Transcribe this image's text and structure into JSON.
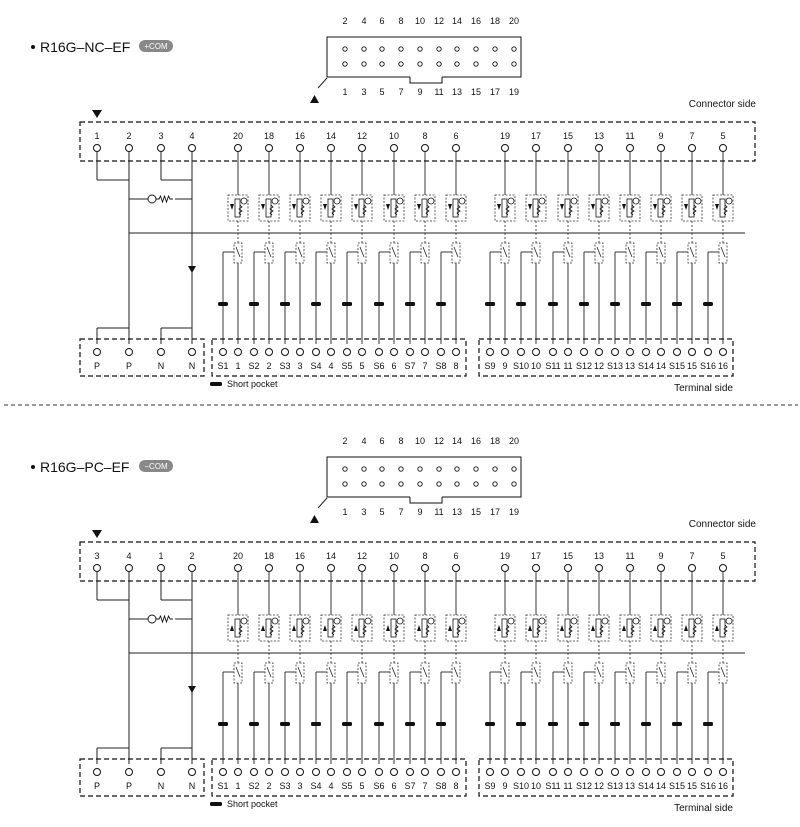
{
  "sections": [
    {
      "id": "nc",
      "title": "R16G–NC–EF",
      "com_badge": "+COM",
      "header_top_pins": [
        "2",
        "4",
        "6",
        "8",
        "10",
        "12",
        "14",
        "16",
        "18",
        "20"
      ],
      "header_bottom_pins": [
        "1",
        "3",
        "5",
        "7",
        "9",
        "11",
        "13",
        "15",
        "17",
        "19"
      ],
      "connector_side_label": "Connector side",
      "terminal_side_label": "Terminal side",
      "short_pocket_label": "Short pocket",
      "power_connector_pins": [
        "1",
        "2",
        "3",
        "4"
      ],
      "left_group_connector_pins": [
        "20",
        "18",
        "16",
        "14",
        "12",
        "10",
        "8",
        "6"
      ],
      "right_group_connector_pins": [
        "19",
        "17",
        "15",
        "13",
        "11",
        "9",
        "7",
        "5"
      ],
      "power_terminals": [
        "P",
        "P",
        "N",
        "N"
      ],
      "left_group_terminals": [
        "S1",
        "1",
        "S2",
        "2",
        "S3",
        "3",
        "S4",
        "4",
        "S5",
        "5",
        "S6",
        "6",
        "S7",
        "7",
        "S8",
        "8"
      ],
      "right_group_terminals": [
        "S9",
        "9",
        "S10",
        "10",
        "S11",
        "11",
        "S12",
        "12",
        "S13",
        "13",
        "S14",
        "14",
        "S15",
        "15",
        "S16",
        "16"
      ]
    },
    {
      "id": "pc",
      "title": "R16G–PC–EF",
      "com_badge": "−COM",
      "header_top_pins": [
        "2",
        "4",
        "6",
        "8",
        "10",
        "12",
        "14",
        "16",
        "18",
        "20"
      ],
      "header_bottom_pins": [
        "1",
        "3",
        "5",
        "7",
        "9",
        "11",
        "13",
        "15",
        "17",
        "19"
      ],
      "connector_side_label": "Connector side",
      "terminal_side_label": "Terminal side",
      "short_pocket_label": "Short pocket",
      "power_connector_pins": [
        "3",
        "4",
        "1",
        "2"
      ],
      "left_group_connector_pins": [
        "20",
        "18",
        "16",
        "14",
        "12",
        "10",
        "8",
        "6"
      ],
      "right_group_connector_pins": [
        "19",
        "17",
        "15",
        "13",
        "11",
        "9",
        "7",
        "5"
      ],
      "power_terminals": [
        "P",
        "P",
        "N",
        "N"
      ],
      "left_group_terminals": [
        "S1",
        "1",
        "S2",
        "2",
        "S3",
        "3",
        "S4",
        "4",
        "S5",
        "5",
        "S6",
        "6",
        "S7",
        "7",
        "S8",
        "8"
      ],
      "right_group_terminals": [
        "S9",
        "9",
        "S10",
        "10",
        "S11",
        "11",
        "S12",
        "12",
        "S13",
        "13",
        "S14",
        "14",
        "S15",
        "15",
        "S16",
        "16"
      ]
    }
  ]
}
